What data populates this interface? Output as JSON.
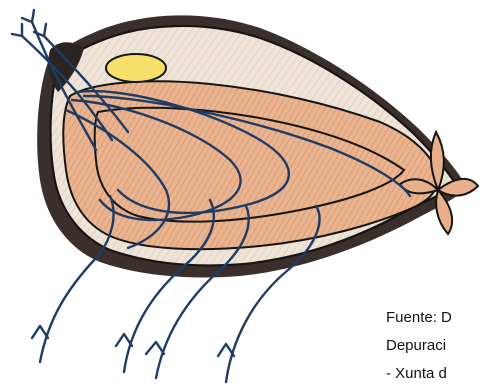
{
  "caption": {
    "lines": [
      "Fuente: D",
      "Depuraci",
      "- Xunta d"
    ]
  },
  "colors": {
    "shell_fill": "#efe4d8",
    "shell_rim": "#3a2f2b",
    "tissue_fill": "#e7b08a",
    "gonad_fill": "#f6e06b",
    "water_flow": "#1f3c66",
    "outline": "#151515"
  }
}
